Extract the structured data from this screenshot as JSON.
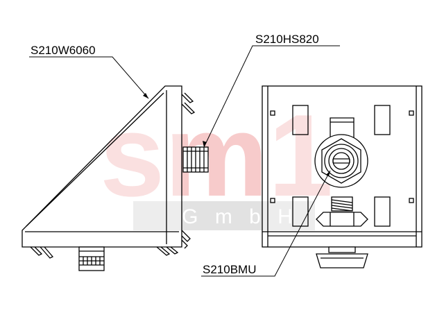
{
  "labels": {
    "corner_bracket": "S210W6060",
    "hammer_nut_screw": "S210HS820",
    "bolt_mount": "S210BMU"
  },
  "watermark": {
    "logo": "sm1",
    "subtitle": "G m b H"
  },
  "colors": {
    "line": "#000000",
    "watermark_red": "#f0a0a0",
    "watermark_band": "#d8d8d8",
    "watermark_subtitle": "#ffffff"
  }
}
